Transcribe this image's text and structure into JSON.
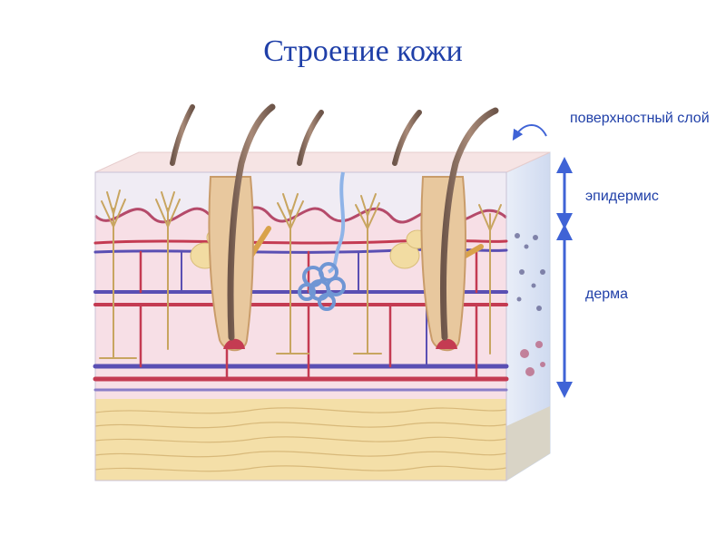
{
  "title": "Строение кожи",
  "labels": {
    "surface_layer": "поверхностный слой",
    "epidermis": "эпидермис",
    "dermis": "дерма"
  },
  "colors": {
    "title": "#1f3fa8",
    "label_text": "#1f3fa8",
    "arrow": "#3f63d6",
    "artery": "#c43b52",
    "vein": "#5a4fb3",
    "nerve": "#c8a560",
    "hair": "#8a6e5e",
    "gland": "#8fb4e8",
    "fat": "#f4dfa8"
  }
}
